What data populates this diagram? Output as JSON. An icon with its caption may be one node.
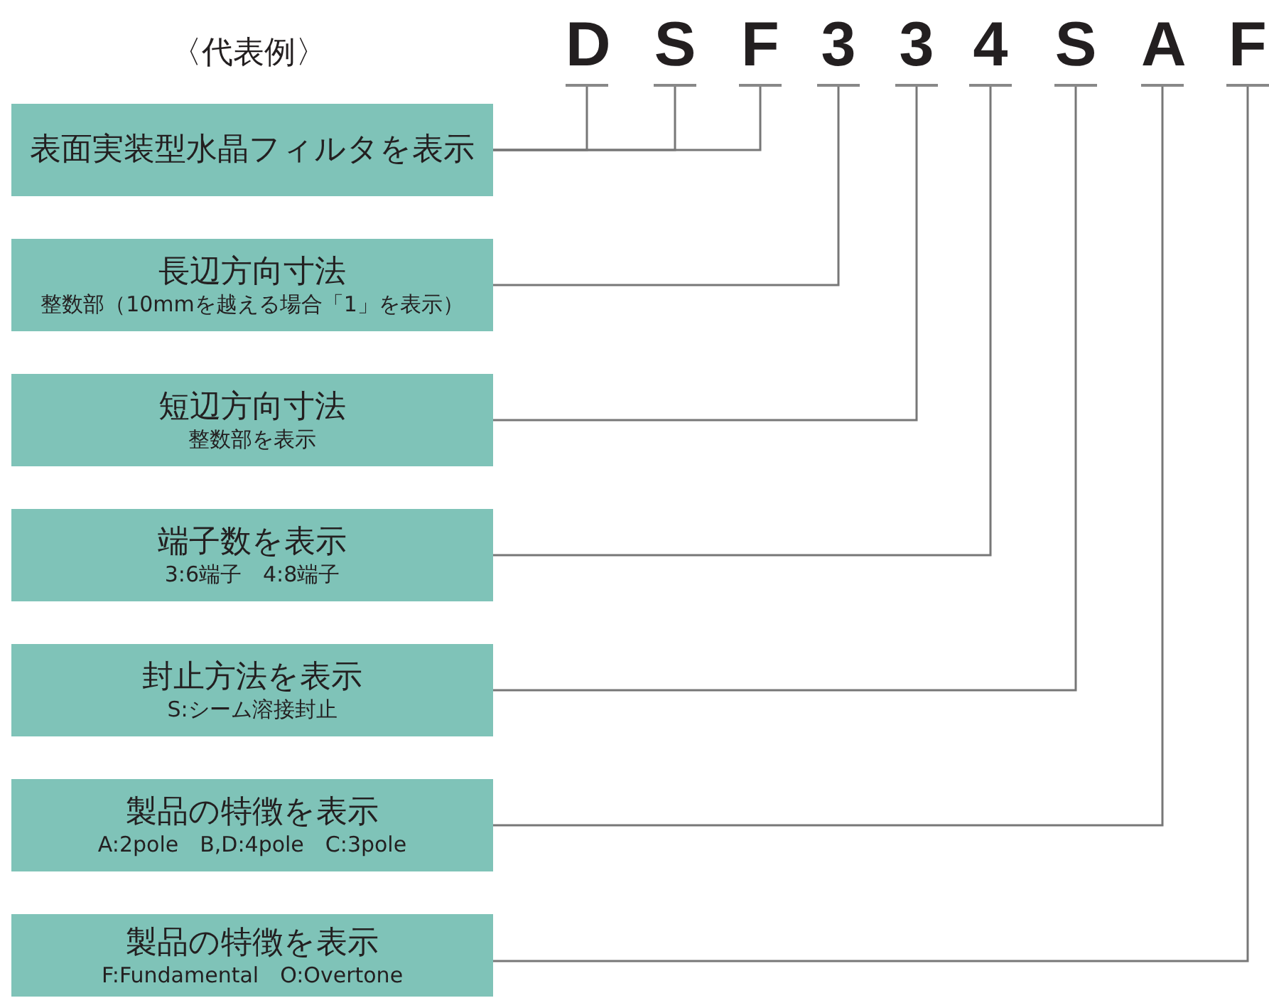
{
  "diagram": {
    "nodes": [
      {
        "text": [
          "表面実装型水晶フィルタを表示"
        ]
      },
      {
        "text": [
          "長辺方向寸法",
          "整数部（10mmを越える場合「1」を表示）"
        ]
      },
      {
        "text": [
          "短辺方向寸法",
          "整数部を表示"
        ]
      },
      {
        "text": [
          "端子数を表示",
          "3:6端子　4:8端子"
        ]
      },
      {
        "text": [
          "封止方法を表示",
          "S:シーム溶接封止"
        ]
      },
      {
        "text": [
          "製品の特徴を表示",
          "A:2pole　B,D:4pole　C:3pole"
        ]
      },
      {
        "text": [
          "製品の特徴を表示",
          "F:Fundamental　O:Overtone"
        ]
      },
      {
        "text": [
          "D"
        ]
      },
      {
        "text": [
          "S"
        ]
      },
      {
        "text": [
          "F"
        ]
      },
      {
        "text": [
          "3"
        ]
      },
      {
        "text": [
          "3"
        ]
      },
      {
        "text": [
          "4"
        ]
      },
      {
        "text": [
          "S"
        ]
      },
      {
        "text": [
          "A"
        ]
      },
      {
        "text": [
          "F"
        ]
      }
    ],
    "edges": [
      {
        "from": 0,
        "to": 7,
        "arrow": "none"
      },
      {
        "from": 0,
        "to": 8,
        "arrow": "none"
      },
      {
        "from": 0,
        "to": 9,
        "arrow": "none"
      },
      {
        "from": 1,
        "to": 10,
        "arrow": "none"
      },
      {
        "from": 2,
        "to": 11,
        "arrow": "none"
      },
      {
        "from": 3,
        "to": 12,
        "arrow": "none"
      },
      {
        "from": 4,
        "to": 13,
        "arrow": "none"
      },
      {
        "from": 5,
        "to": 14,
        "arrow": "none"
      },
      {
        "from": 6,
        "to": 15,
        "arrow": "none"
      }
    ],
    "labels": [
      "〈代表例〉"
    ]
  }
}
